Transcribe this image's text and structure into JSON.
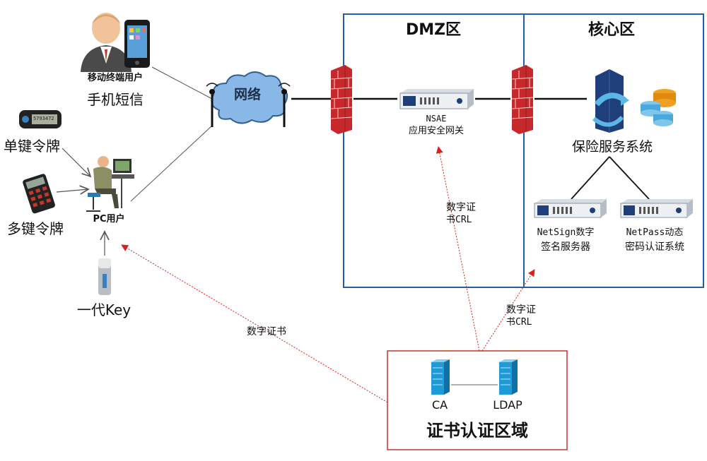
{
  "zones": {
    "dmz_title": "DMZ区",
    "core_title": "核心区",
    "cert_zone_title": "证书认证区域"
  },
  "network": {
    "label": "网络"
  },
  "clients": {
    "mobile_user": "移动终端用户",
    "sms": "手机短信",
    "single_token": "单键令牌",
    "multi_token": "多键令牌",
    "pc_user": "PC用户",
    "usb_key": "一代Key",
    "token_display": "5793472"
  },
  "servers": {
    "nsae_line1": "NSAE",
    "nsae_line2": "应用安全网关",
    "insurance_system": "保险服务系统",
    "netsign_line1": "NetSign数字",
    "netsign_line2": "签名服务器",
    "netpass_line1": "NetPass动态",
    "netpass_line2": "密码认证系统",
    "ca": "CA",
    "ldap": "LDAP"
  },
  "flows": {
    "cert_to_nsae_line1": "数字证",
    "cert_to_nsae_line2": "书CRL",
    "cert_to_core_line1": "数字证",
    "cert_to_core_line2": "书CRL",
    "cert_to_pc": "数字证书"
  },
  "colors": {
    "zone_border": "#1f5fae",
    "cert_border": "#c0392b",
    "arrow_red": "#d9201a",
    "server_blue": "#1e9bd7",
    "cloud_blue": "#8ab8e6",
    "firewall_red": "#c7282c"
  }
}
